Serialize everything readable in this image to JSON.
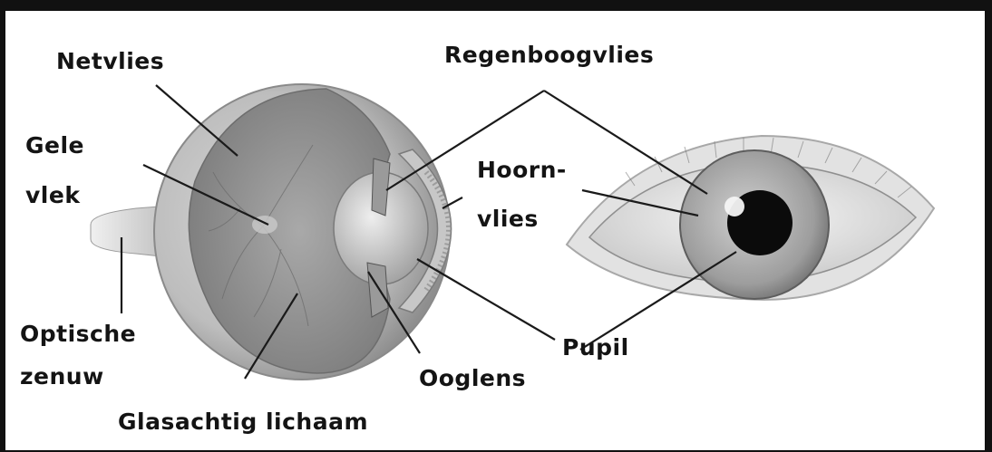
{
  "labels": {
    "netvlies": "Netvlies",
    "gele_vlek": [
      "Gele",
      "vlek"
    ],
    "optische_zenuw": [
      "Optische",
      "zenuw"
    ],
    "glasachtig_lichaam": "Glasachtig lichaam",
    "regenboogvlies": "Regenboogvlies",
    "hoornvlies": [
      "Hoorn-",
      "vlies"
    ],
    "pupil": "Pupil",
    "ooglens": "Ooglens"
  },
  "colors": {
    "frame": "#111111",
    "line": "#1a1a1a",
    "text": "#141414"
  }
}
